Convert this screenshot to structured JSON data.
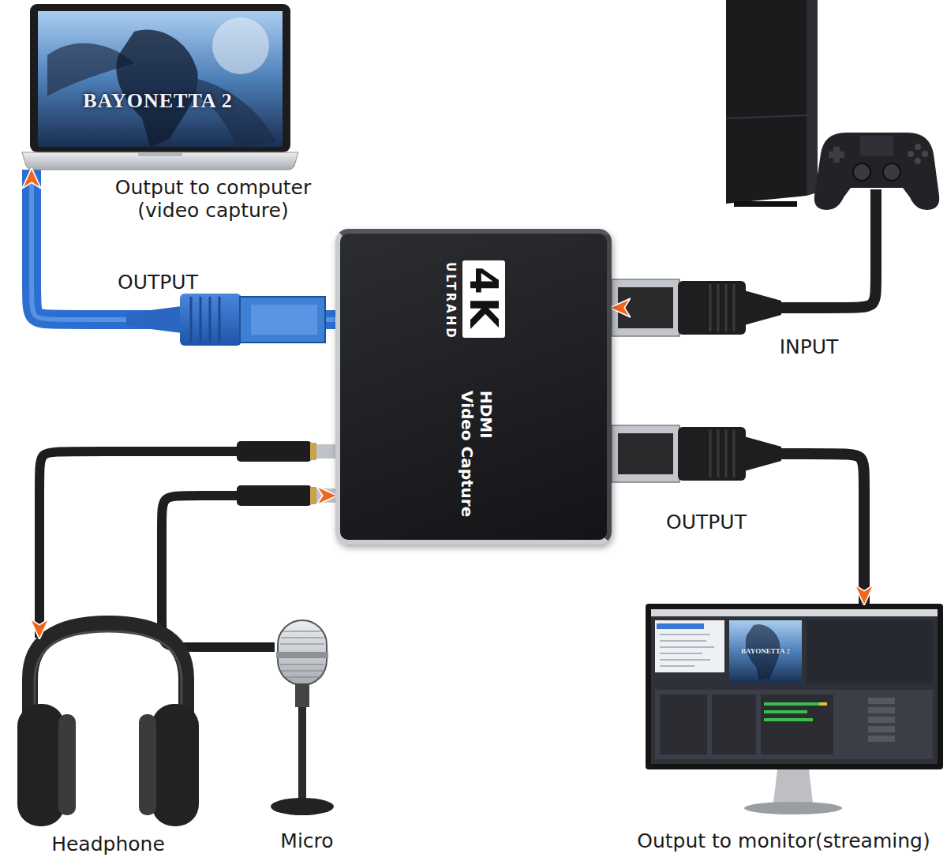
{
  "diagram": {
    "nodes": [
      {
        "text": [
          "Output to computer (video capture)"
        ]
      },
      {
        "text": []
      },
      {
        "text": [
          "4K",
          "ULTRAHD",
          "HDMI",
          "Video Capture"
        ]
      },
      {
        "text": [
          "Headphone"
        ]
      },
      {
        "text": [
          "Micro"
        ]
      },
      {
        "text": [
          "Output to monitor(streaming)"
        ]
      }
    ],
    "edges": [
      {
        "from": 2,
        "to": 0,
        "label": "OUTPUT",
        "arrow": "to"
      },
      {
        "from": 1,
        "to": 2,
        "label": "INPUT",
        "arrow": "to"
      },
      {
        "from": 2,
        "to": 3,
        "arrow": "to"
      },
      {
        "from": 4,
        "to": 2,
        "arrow": "to"
      },
      {
        "from": 2,
        "to": 5,
        "label": "OUTPUT",
        "arrow": "to"
      }
    ],
    "labels": [
      "BAYONETTA 2",
      "BAYONETTA 2"
    ]
  }
}
